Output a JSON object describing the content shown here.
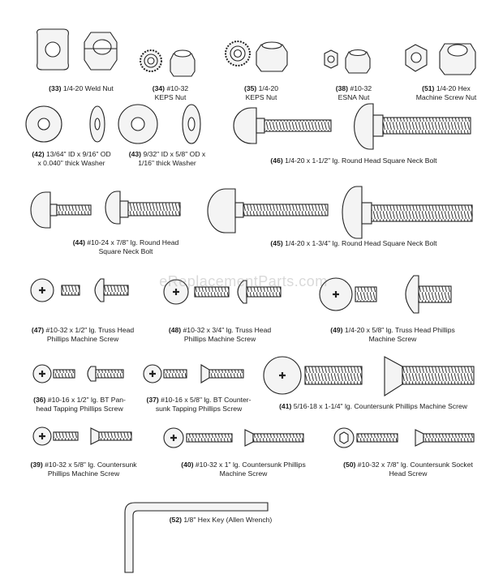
{
  "watermark": "eReplacementParts.com",
  "parts": {
    "p33": {
      "num": "(33)",
      "l1": "1/4-20 Weld Nut",
      "l2": ""
    },
    "p34": {
      "num": "(34)",
      "l1": "#10-32",
      "l2": "KEPS Nut"
    },
    "p35": {
      "num": "(35)",
      "l1": "1/4-20",
      "l2": "KEPS Nut"
    },
    "p38": {
      "num": "(38)",
      "l1": "#10-32",
      "l2": "ESNA Nut"
    },
    "p51": {
      "num": "(51)",
      "l1": "1/4-20 Hex",
      "l2": "Machine Screw Nut"
    },
    "p42": {
      "num": "(42)",
      "l1": "13/64\" ID x 9/16\" OD",
      "l2": "x 0.040\" thick Washer"
    },
    "p43": {
      "num": "(43)",
      "l1": "9/32\" ID x 5/8\" OD x",
      "l2": "1/16\" thick Washer"
    },
    "p46": {
      "num": "(46)",
      "l1": "1/4-20 x 1-1/2\" lg. Round Head Square Neck Bolt",
      "l2": ""
    },
    "p44": {
      "num": "(44)",
      "l1": "#10-24 x 7/8\" lg. Round Head",
      "l2": "Square Neck Bolt"
    },
    "p45": {
      "num": "(45)",
      "l1": "1/4-20 x 1-3/4\" lg. Round Head Square Neck Bolt",
      "l2": ""
    },
    "p47": {
      "num": "(47)",
      "l1": "#10-32 x 1/2\" lg. Truss Head",
      "l2": "Phillips Machine Screw"
    },
    "p48": {
      "num": "(48)",
      "l1": "#10-32 x 3/4\" lg. Truss Head",
      "l2": "Phillips Machine Screw"
    },
    "p49": {
      "num": "(49)",
      "l1": "1/4-20 x 5/8\" lg. Truss Head Phillips",
      "l2": "Machine Screw"
    },
    "p36": {
      "num": "(36)",
      "l1": "#10-16 x 1/2\" lg. BT Pan-",
      "l2": "head Tapping Phillips Screw"
    },
    "p37": {
      "num": "(37)",
      "l1": "#10-16 x 5/8\" lg. BT Counter-",
      "l2": "sunk Tapping Phillips Screw"
    },
    "p41": {
      "num": "(41)",
      "l1": "5/16-18 x 1-1/4\" lg. Countersunk Phillips Machine Screw",
      "l2": ""
    },
    "p39": {
      "num": "(39)",
      "l1": "#10-32 x 5/8\" lg. Countersunk",
      "l2": "Phillips Machine Screw"
    },
    "p40": {
      "num": "(40)",
      "l1": "#10-32 x 1\" lg. Countersunk Phillips",
      "l2": "Machine Screw"
    },
    "p50": {
      "num": "(50)",
      "l1": "#10-32 x 7/8\" lg. Countersunk Socket",
      "l2": "Head Screw"
    },
    "p52": {
      "num": "(52)",
      "l1": "1/8\" Hex Key (Allen Wrench)",
      "l2": ""
    }
  }
}
